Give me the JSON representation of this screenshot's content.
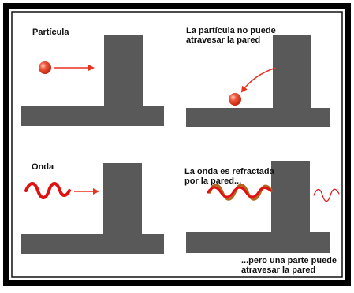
{
  "panels": {
    "particle": {
      "label": "Partícula"
    },
    "particle_blocked": {
      "label_line1": "La partícula no puede",
      "label_line2": "atravesar la pared"
    },
    "wave": {
      "label": "Onda"
    },
    "wave_refracted": {
      "label_line1": "La onda es refractada",
      "label_line2": "por la pared..."
    },
    "wave_passes": {
      "label_line1": "...pero una parte puede",
      "label_line2": "atravesar la pared"
    }
  },
  "colors": {
    "frame_outer": "#000000",
    "frame_inner": "#ffffff",
    "wall": "#595959",
    "particle": "#e8321f",
    "arrow": "#e8321f",
    "wave": "#e01010",
    "refracted_wave": "#b5651d"
  },
  "icons": {
    "particle": "particle-sphere-icon",
    "arrow": "arrow-right-icon",
    "wave": "wave-icon"
  }
}
